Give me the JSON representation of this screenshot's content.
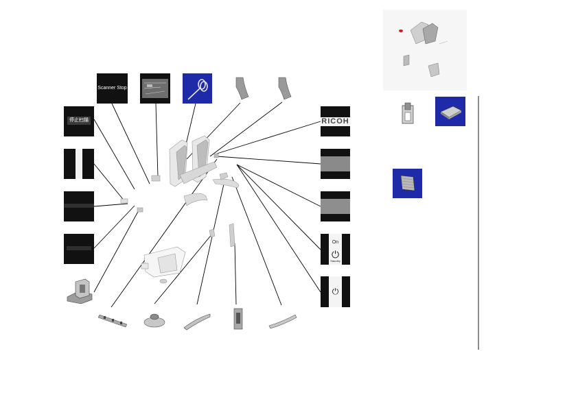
{
  "labels": {
    "scanner_stop": "Scanner Stop",
    "scan_stop_cjk": "停止扫描",
    "ricoh": "RICOH",
    "on": "On",
    "standby": "Standby"
  },
  "colors": {
    "dark_plate": "#111111",
    "blue_plate": "#1f2aa8",
    "leader_line": "#000000",
    "part_gray": "#cfcfcf",
    "red_marker": "#d11a1a"
  },
  "icons": [
    "spring-icon",
    "paper-guide-icon",
    "power-icon",
    "foam-pad-icon",
    "square-pad-icon"
  ]
}
